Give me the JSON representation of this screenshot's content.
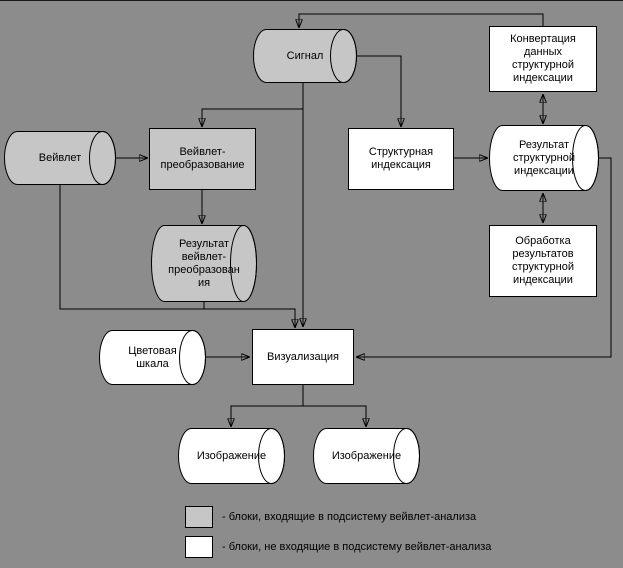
{
  "colors": {
    "background": "#8c8c8c",
    "gray_block": "#c6c6c6",
    "white_block": "#ffffff",
    "line": "#000000",
    "text": "#000000"
  },
  "nodes": {
    "signal": {
      "label": "Сигнал",
      "shape": "cylinder",
      "fill": "gray"
    },
    "conversion": {
      "label": "Конвертация\nданных\nструктурной\nиндексации",
      "shape": "rectangle",
      "fill": "white"
    },
    "wavelet": {
      "label": "Вейвлет",
      "shape": "cylinder",
      "fill": "gray"
    },
    "wavelet_transform": {
      "label": "Вейвлет-\nпреобразование",
      "shape": "rectangle",
      "fill": "gray"
    },
    "struct_indexing": {
      "label": "Структурная\nиндексация",
      "shape": "rectangle",
      "fill": "white"
    },
    "struct_result": {
      "label": "Результат\nструктурной\nиндексации",
      "shape": "cylinder",
      "fill": "white"
    },
    "wavelet_result": {
      "label": "Результат\nвейвлет-\nпреобразован\nия",
      "shape": "cylinder",
      "fill": "gray"
    },
    "processing": {
      "label": "Обработка\nрезультатов\nструктурной\nиндексации",
      "shape": "rectangle",
      "fill": "white"
    },
    "color_scale": {
      "label": "Цветовая\nшкала",
      "shape": "cylinder",
      "fill": "white"
    },
    "visualization": {
      "label": "Визуализация",
      "shape": "rectangle",
      "fill": "white"
    },
    "image_left": {
      "label": "Изображение",
      "shape": "cylinder",
      "fill": "white"
    },
    "image_right": {
      "label": "Изображение",
      "shape": "cylinder",
      "fill": "white"
    }
  },
  "legend": {
    "gray_label": "- блоки, входящие в подсистему вейвлет-анализа",
    "white_label": "- блоки, не входящие в подсистему вейвлет-анализа"
  }
}
